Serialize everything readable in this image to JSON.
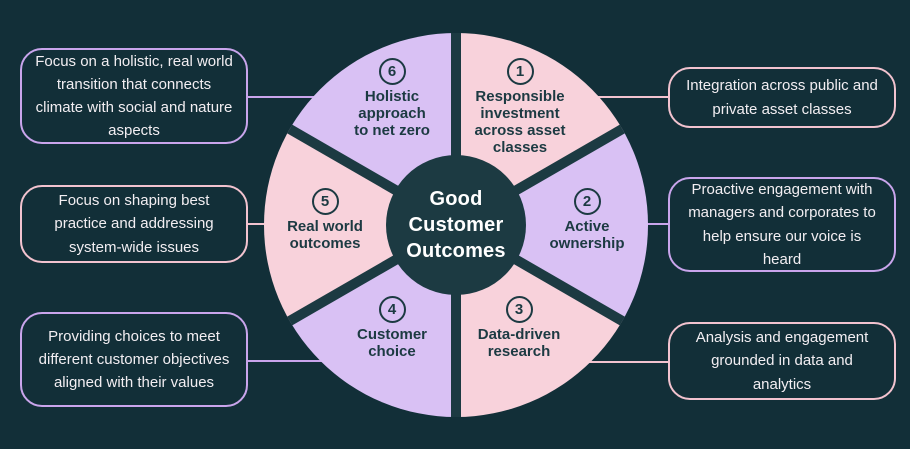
{
  "center": {
    "title": "Good\nCustomer\nOutcomes"
  },
  "segments": [
    {
      "number": "1",
      "label": "Responsible\ninvestment\nacross asset\nclasses",
      "color": "pink"
    },
    {
      "number": "2",
      "label": "Active\nownership",
      "color": "lavender"
    },
    {
      "number": "3",
      "label": "Data-driven\nresearch",
      "color": "pink"
    },
    {
      "number": "4",
      "label": "Customer\nchoice",
      "color": "lavender"
    },
    {
      "number": "5",
      "label": "Real world\noutcomes",
      "color": "pink"
    },
    {
      "number": "6",
      "label": "Holistic\napproach\nto net zero",
      "color": "lavender"
    }
  ],
  "callouts": {
    "left": [
      {
        "text": "Focus on a holistic, real world transition that connects climate with social and nature aspects",
        "accent": "lavender",
        "linked_segment": "6"
      },
      {
        "text": "Focus on shaping best practice and addressing system-wide issues",
        "accent": "pink",
        "linked_segment": "5"
      },
      {
        "text": "Providing choices to meet different customer objectives aligned with their values",
        "accent": "lavender",
        "linked_segment": "4"
      }
    ],
    "right": [
      {
        "text": "Integration across public and private asset classes",
        "accent": "pink",
        "linked_segment": "1"
      },
      {
        "text": "Proactive engagement with managers and corporates to help ensure our voice is heard",
        "accent": "lavender",
        "linked_segment": "2"
      },
      {
        "text": "Analysis and engagement grounded in data and analytics",
        "accent": "pink",
        "linked_segment": "3"
      }
    ]
  },
  "colors": {
    "background": "#122f38",
    "pie_dark": "#1c3a42",
    "pink": "#f8d2db",
    "lavender": "#d9c1f4",
    "pink_accent": "#f2c3cf",
    "lavender_accent": "#c9a5ec",
    "box_text": "#f2eef2",
    "dark_text": "#1c3a42"
  }
}
